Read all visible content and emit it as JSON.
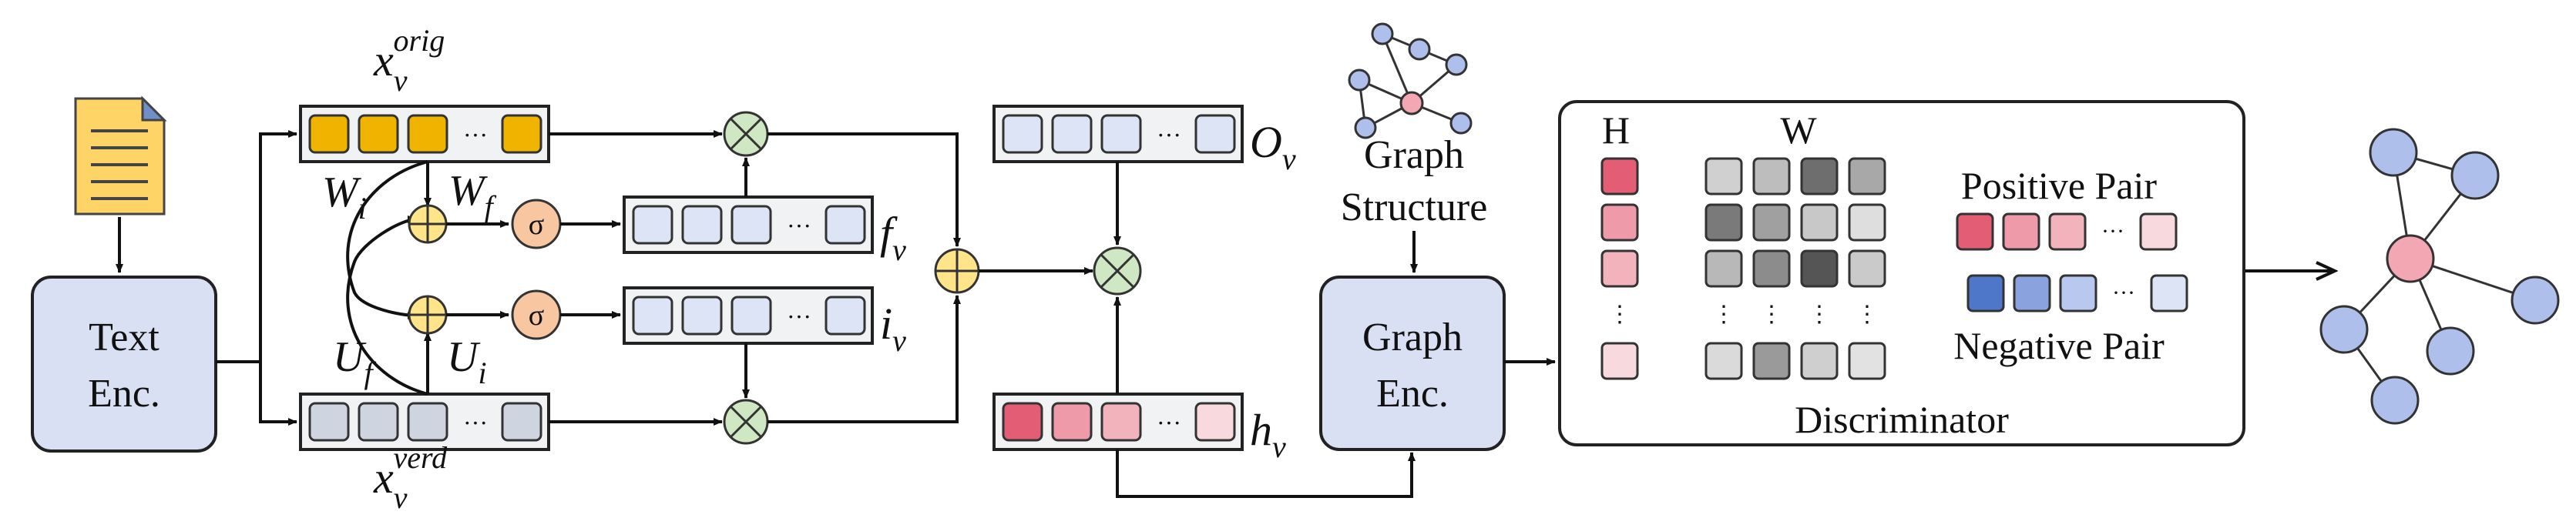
{
  "text_encoder": {
    "line1": "Text",
    "line2": "Enc."
  },
  "graph_encoder": {
    "line1": "Graph",
    "line2": "Enc."
  },
  "graph_structure": {
    "line1": "Graph",
    "line2": "Structure"
  },
  "vectors": {
    "x_orig": {
      "base": "x",
      "sub": "v",
      "sup": "orig"
    },
    "x_verd": {
      "base": "x",
      "sub": "v",
      "sup": "verd"
    },
    "f": {
      "base": "f",
      "sub": "v"
    },
    "i": {
      "base": "i",
      "sub": "v"
    },
    "o": {
      "base": "O",
      "sub": "v"
    },
    "h": {
      "base": "h",
      "sub": "v"
    }
  },
  "weights": {
    "wi": {
      "base": "W",
      "sub": "i"
    },
    "wf": {
      "base": "W",
      "sub": "f"
    },
    "uf": {
      "base": "U",
      "sub": "f"
    },
    "ui": {
      "base": "U",
      "sub": "i"
    }
  },
  "ops": {
    "sigma": "σ",
    "ellipsis": "···"
  },
  "discriminator": {
    "title": "Discriminator",
    "h_label": "H",
    "w_label": "W",
    "positive": "Positive Pair",
    "negative": "Negative Pair"
  },
  "colors": {
    "text_enc_fill": "#d9e0f3",
    "orange_cell": "#f0b400",
    "grey_cell": "#cfd5e0",
    "blue_cell": "#dde4f6",
    "red_cell": "#e35d75",
    "pink_cell": "#ee9aa8",
    "light_pink_cell": "#f8dade",
    "plus_fill": "#ffe48a",
    "times_fill": "#cfe7c2",
    "sigma_fill": "#f8c7a2",
    "node_blue": "#aebfec",
    "node_pink": "#f3a7b3"
  }
}
